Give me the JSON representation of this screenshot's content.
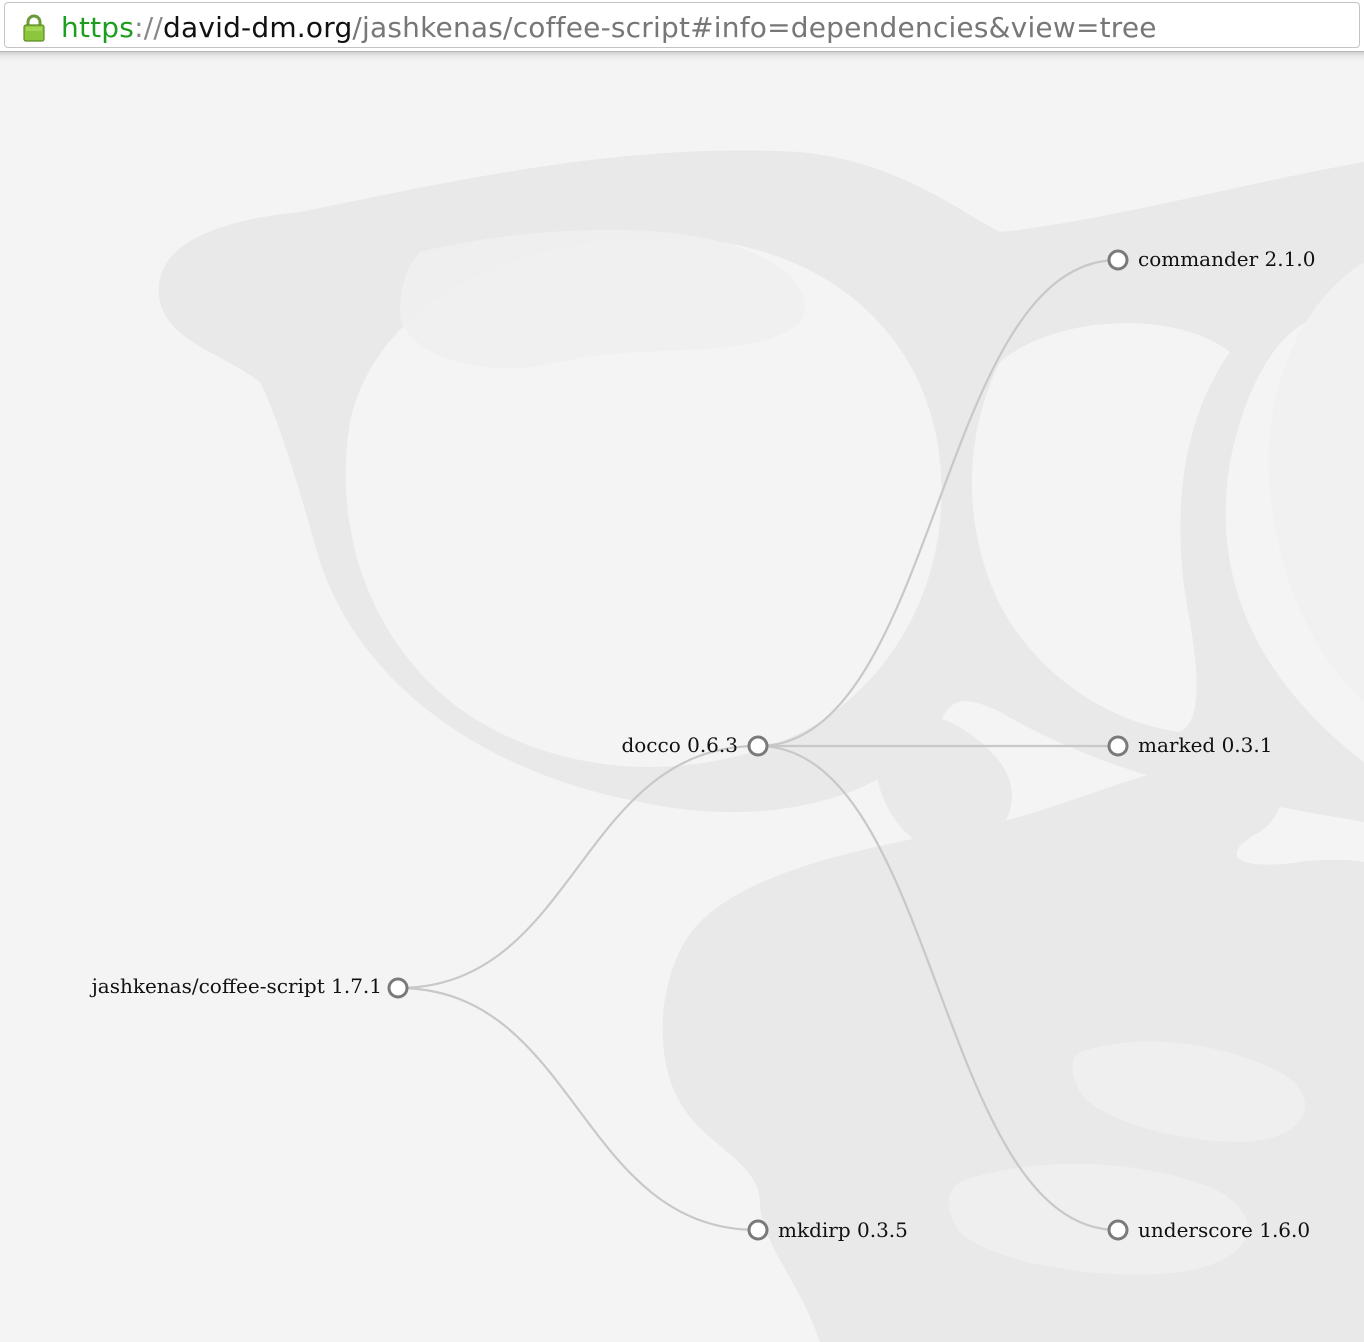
{
  "browser": {
    "url": {
      "scheme": "https",
      "separator": "://",
      "host": "david-dm.org",
      "path": "/jashkenas/coffee-script#info=dependencies&view=tree"
    }
  },
  "tree": {
    "root": {
      "label": "jashkenas/coffee-script 1.7.1"
    },
    "nodes": [
      {
        "id": "docco",
        "label": "docco 0.6.3"
      },
      {
        "id": "mkdirp",
        "label": "mkdirp 0.3.5"
      },
      {
        "id": "commander",
        "label": "commander 2.1.0"
      },
      {
        "id": "marked",
        "label": "marked 0.3.1"
      },
      {
        "id": "underscore",
        "label": "underscore 1.6.0"
      }
    ]
  },
  "colors": {
    "background": "#f4f4f4",
    "art": "#e9e9e9",
    "link": "#c8c8c8",
    "node_stroke": "#7a7a7a",
    "url_scheme": "#1e9e1e"
  }
}
